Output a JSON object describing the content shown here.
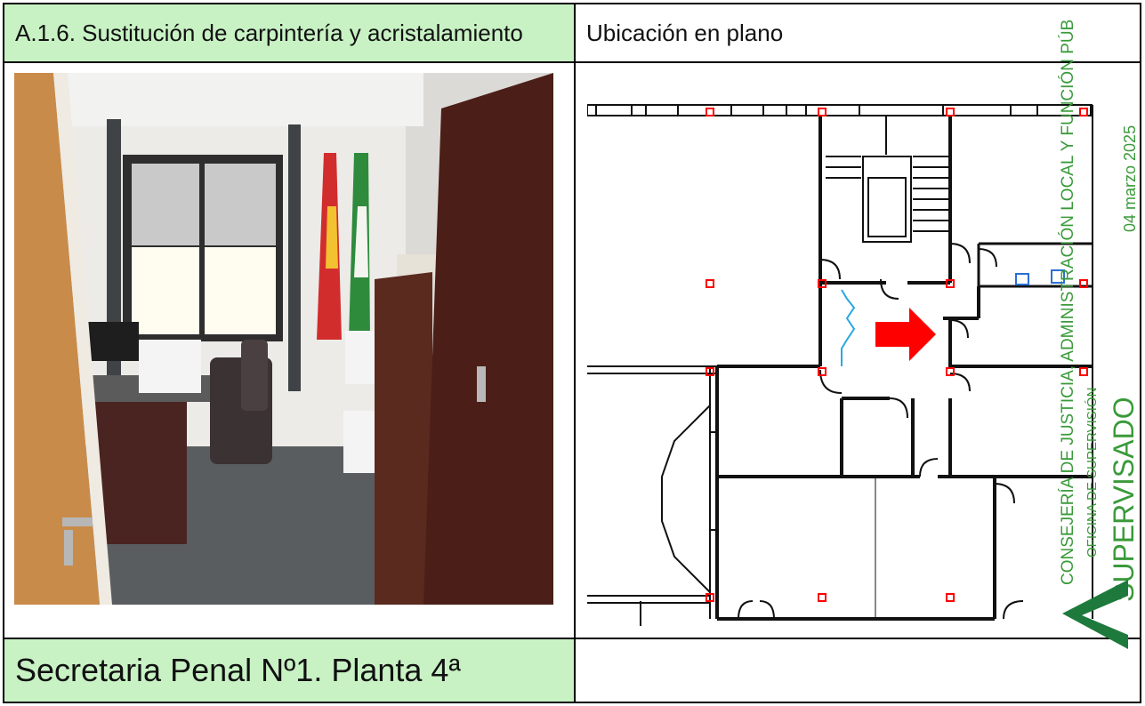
{
  "header": {
    "title": "A.1.6. Sustitución de carpintería y acristalamiento",
    "plan_label": "Ubicación en plano"
  },
  "footer": {
    "room_label": "Secretaria Penal Nº1. Planta 4ª"
  },
  "stamp": {
    "line1": "CONSEJERÍA DE JUSTICIA, ADMINISTRACIÓN LOCAL Y FUNCIÓN PÚB",
    "line2": "OFICINA DE SUPERVISIÓN",
    "date": "04 marzo 2025",
    "status": "SUPERVISADO",
    "color": "#3a9a3a"
  },
  "colors": {
    "header_bg": "#c8f2c4",
    "marker_red": "#ff0000",
    "door_blue": "#29a8e0",
    "arrow_red": "#ff0000"
  }
}
